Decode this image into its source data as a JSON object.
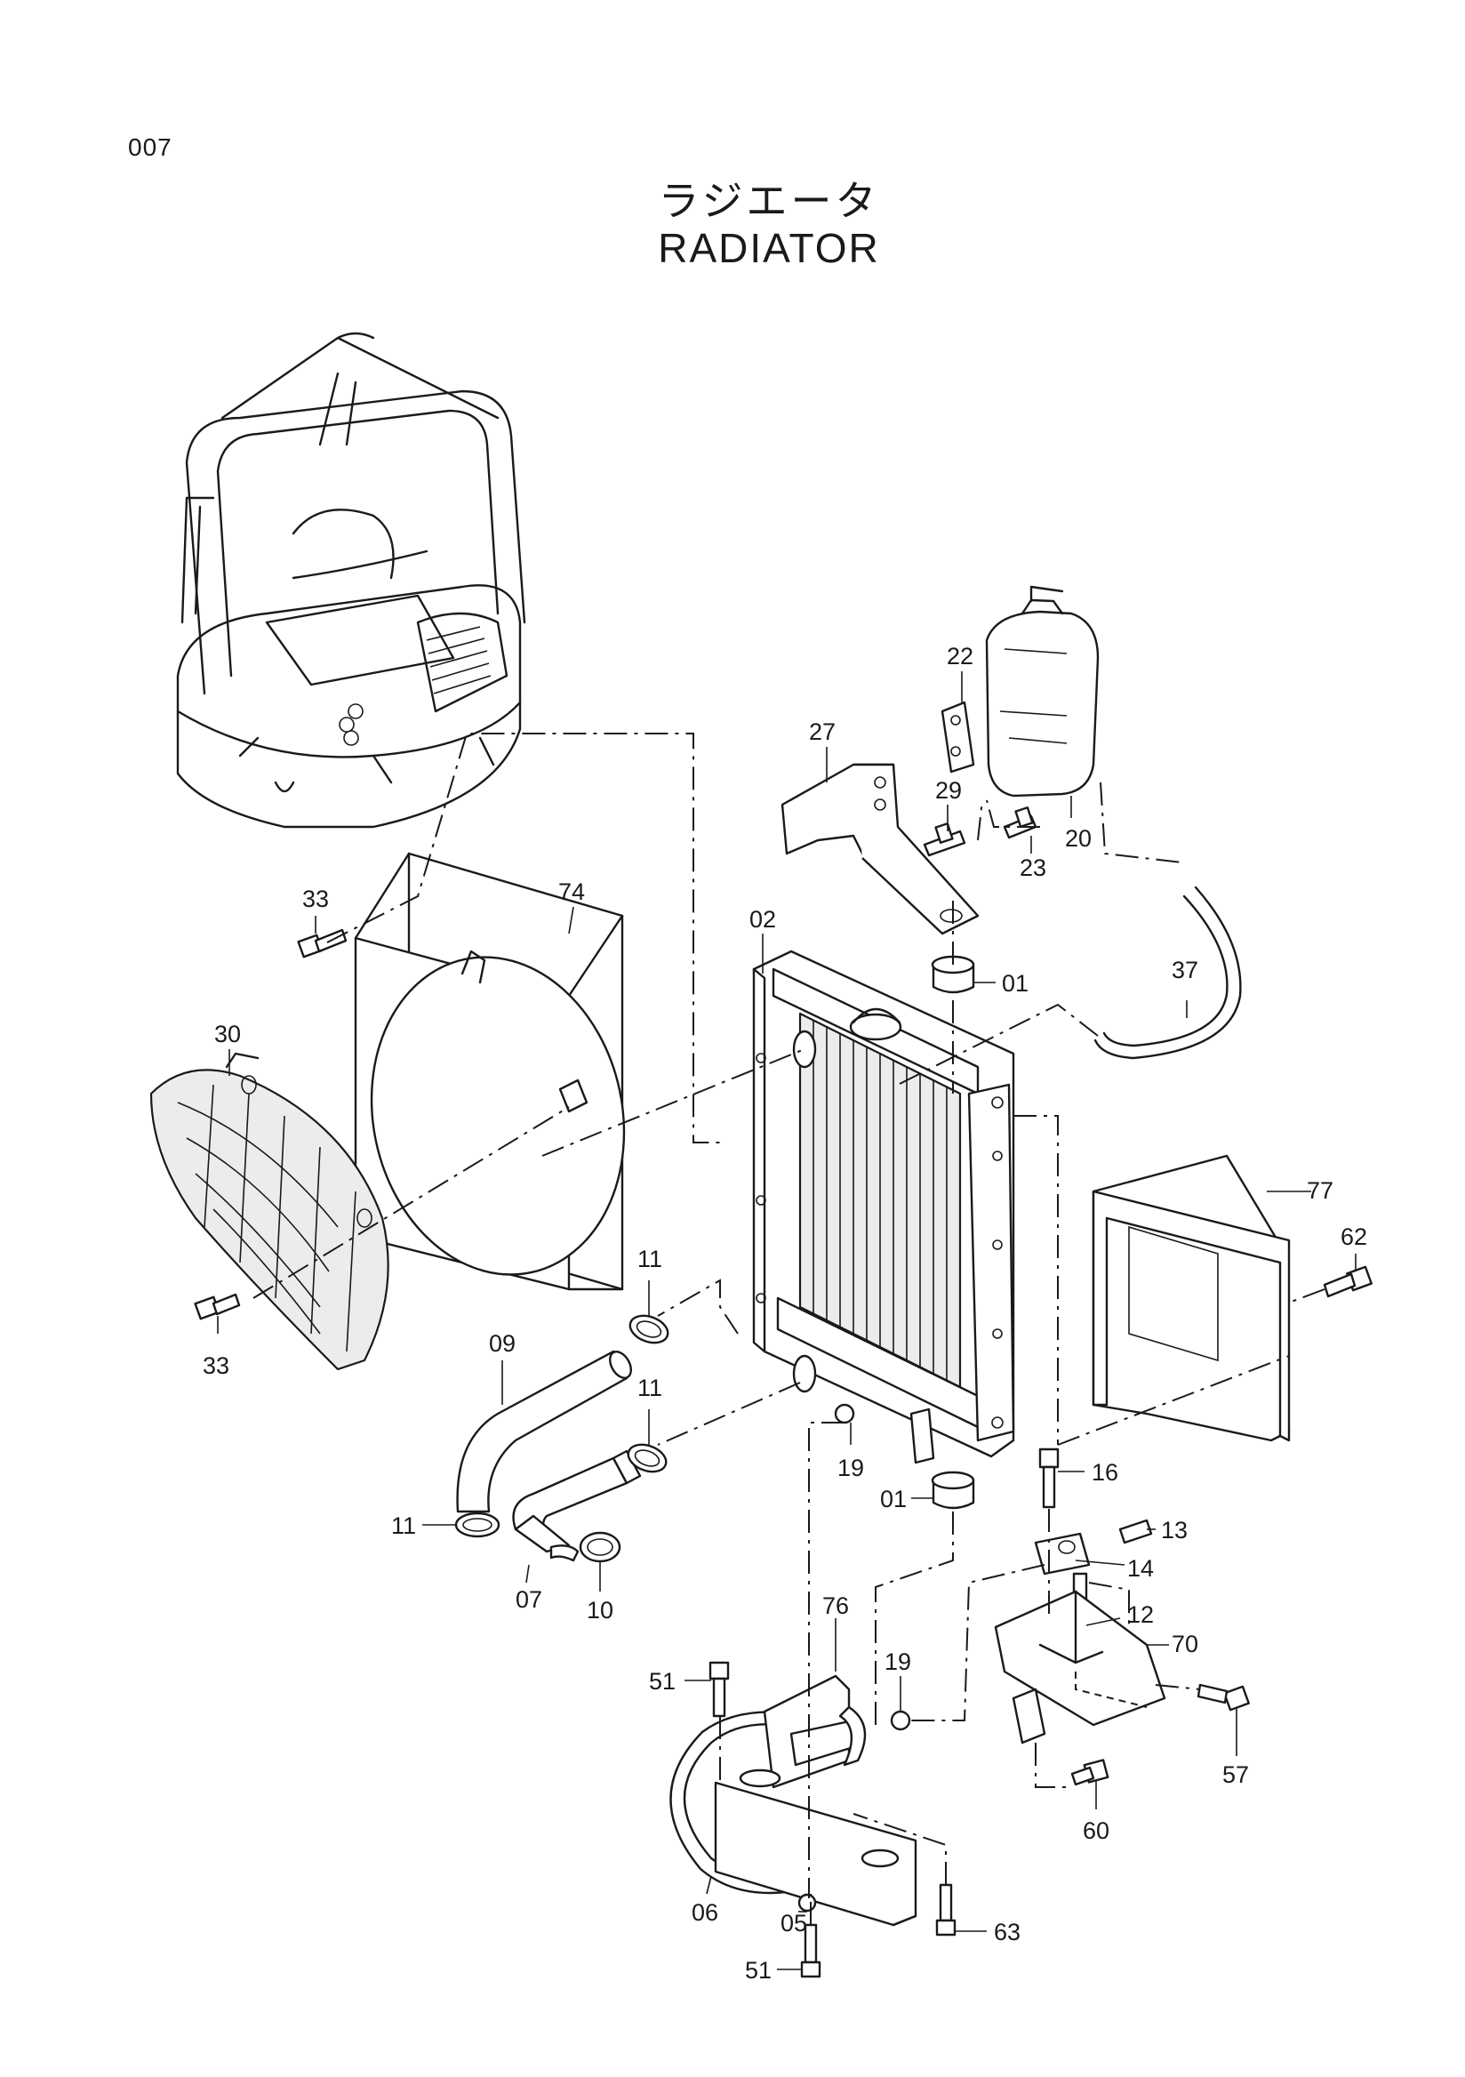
{
  "page": {
    "number": "007",
    "title_jp": "ラジエータ",
    "title_en": "RADIATOR"
  },
  "callouts": [
    {
      "id": "c22",
      "label": "22"
    },
    {
      "id": "c27",
      "label": "27"
    },
    {
      "id": "c29",
      "label": "29"
    },
    {
      "id": "c23",
      "label": "23"
    },
    {
      "id": "c20",
      "label": "20"
    },
    {
      "id": "c33a",
      "label": "33"
    },
    {
      "id": "c74",
      "label": "74"
    },
    {
      "id": "c02",
      "label": "02"
    },
    {
      "id": "c01a",
      "label": "01"
    },
    {
      "id": "c37",
      "label": "37"
    },
    {
      "id": "c30",
      "label": "30"
    },
    {
      "id": "c77",
      "label": "77"
    },
    {
      "id": "c62",
      "label": "62"
    },
    {
      "id": "c11a",
      "label": "11"
    },
    {
      "id": "c33b",
      "label": "33"
    },
    {
      "id": "c09",
      "label": "09"
    },
    {
      "id": "c11b",
      "label": "11"
    },
    {
      "id": "c19a",
      "label": "19"
    },
    {
      "id": "c16",
      "label": "16"
    },
    {
      "id": "c01b",
      "label": "01"
    },
    {
      "id": "c11c",
      "label": "11"
    },
    {
      "id": "c13",
      "label": "13"
    },
    {
      "id": "c14",
      "label": "14"
    },
    {
      "id": "c07",
      "label": "07"
    },
    {
      "id": "c10",
      "label": "10"
    },
    {
      "id": "c12",
      "label": "12"
    },
    {
      "id": "c76",
      "label": "76"
    },
    {
      "id": "c70",
      "label": "70"
    },
    {
      "id": "c19b",
      "label": "19"
    },
    {
      "id": "c51a",
      "label": "51"
    },
    {
      "id": "c57",
      "label": "57"
    },
    {
      "id": "c60",
      "label": "60"
    },
    {
      "id": "c06",
      "label": "06"
    },
    {
      "id": "c05",
      "label": "05"
    },
    {
      "id": "c63",
      "label": "63"
    },
    {
      "id": "c51b",
      "label": "51"
    }
  ]
}
